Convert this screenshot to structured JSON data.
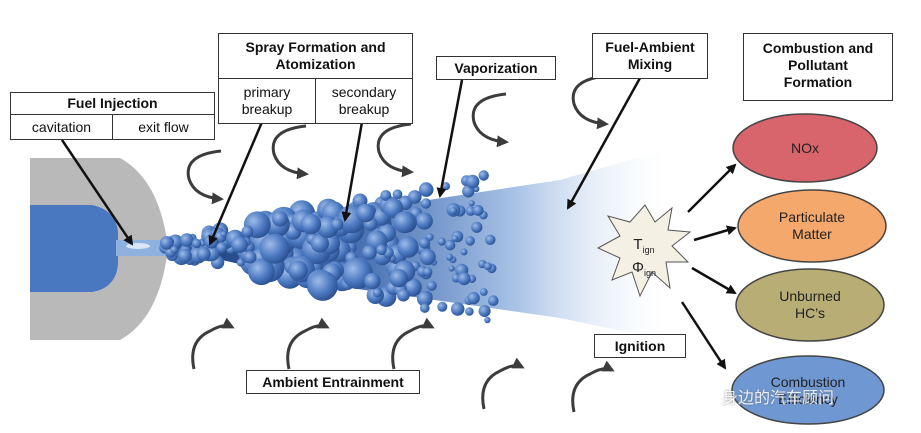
{
  "labels": {
    "fuel_injection": "Fuel Injection",
    "cavitation": "cavitation",
    "exit_flow": "exit flow",
    "spray_formation_line1": "Spray Formation and",
    "spray_formation_line2": "Atomization",
    "primary_line1": "primary",
    "primary_line2": "breakup",
    "secondary_line1": "secondary",
    "secondary_line2": "breakup",
    "vaporization": "Vaporization",
    "fuel_ambient_line1": "Fuel-Ambient",
    "fuel_ambient_line2": "Mixing",
    "combustion_line1": "Combustion and",
    "combustion_line2": "Pollutant",
    "combustion_line3": "Formation",
    "ignition": "Ignition",
    "ambient_entrainment": "Ambient Entrainment"
  },
  "ignition_symbols": {
    "t_main": "T",
    "t_sub": "ign",
    "phi_main": "Φ",
    "phi_sub": "ign"
  },
  "outcomes": [
    {
      "line1": "NOx",
      "line2": "",
      "color": "#d8646c"
    },
    {
      "line1": "Particulate",
      "line2": "Matter",
      "color": "#f5a86b"
    },
    {
      "line1": "Unburned",
      "line2": "HC’s",
      "color": "#b8ad74"
    },
    {
      "line1": "Combustion",
      "line2": "Efficiency",
      "color": "#6f98d2"
    }
  ],
  "watermark": "身边的汽车顾问",
  "colors": {
    "fuel_blue": "#4a78c0",
    "nozzle_gray": "#b9b9b9",
    "arrow_gray": "#3c3c3c"
  }
}
